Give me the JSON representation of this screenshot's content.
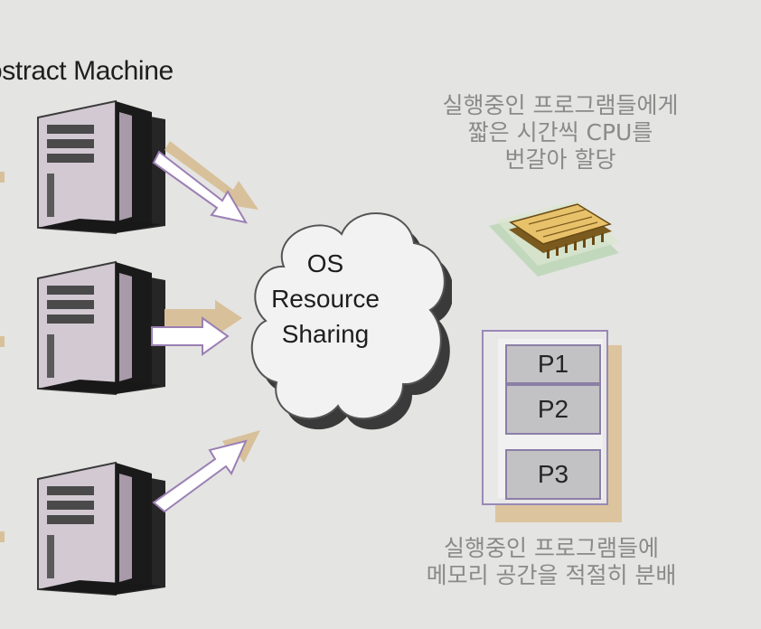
{
  "title": "ostract Machine",
  "cloud": {
    "lines": [
      "OS",
      "Resource",
      "Sharing"
    ]
  },
  "cpu_caption": [
    "실행중인 프로그램들에게",
    "짧은 시간씩 CPU를",
    "번갈아 할당"
  ],
  "memory": {
    "processes": [
      "P1",
      "P2",
      "P3"
    ]
  },
  "memory_caption": [
    "실행중인 프로그램들에",
    "메모리 공간을 적절히 분배"
  ],
  "colors": {
    "background": "#e4e4e2",
    "arrow_outline": "#9b7fb4",
    "arrow_shadow": "#d8c09a",
    "process_fill": "#c2c1c4",
    "caption_text": "#8a8a8a"
  }
}
